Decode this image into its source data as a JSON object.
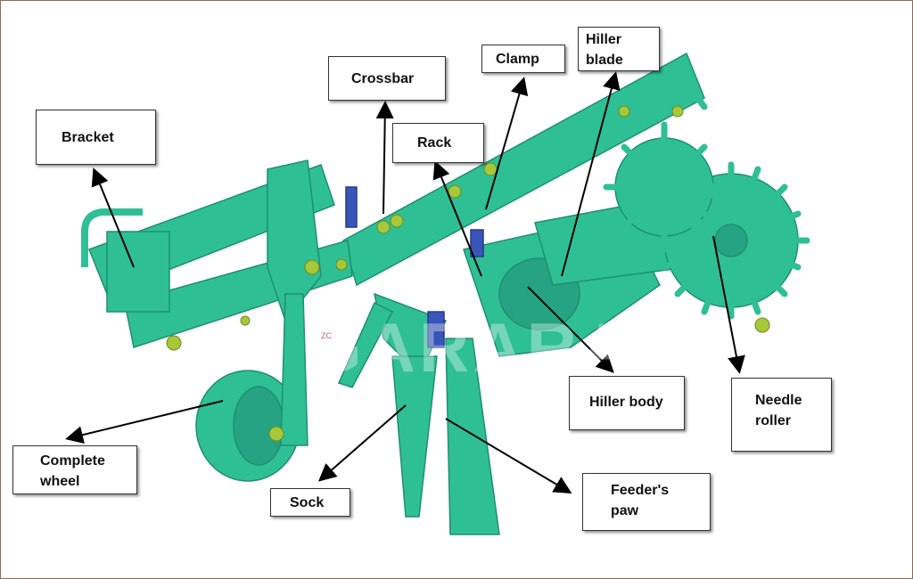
{
  "labels": {
    "bracket": "Bracket",
    "crossbar": "Crossbar",
    "clamp": "Clamp",
    "hiller_blade": "Hiller blade",
    "rack": "Rack",
    "hiller_body": "Hiller body",
    "needle_roller": "Needle roller",
    "complete_wheel": "Complete wheel",
    "sock": "Sock",
    "feeders_paw": "Feeder's paw"
  },
  "watermark": "GARARAT",
  "axis_label": "ZC",
  "colors": {
    "machine": "#2fbf95",
    "machine_dark": "#1f8f70",
    "bolt": "#a6c83a",
    "clamp_block": "#3a55b8"
  }
}
